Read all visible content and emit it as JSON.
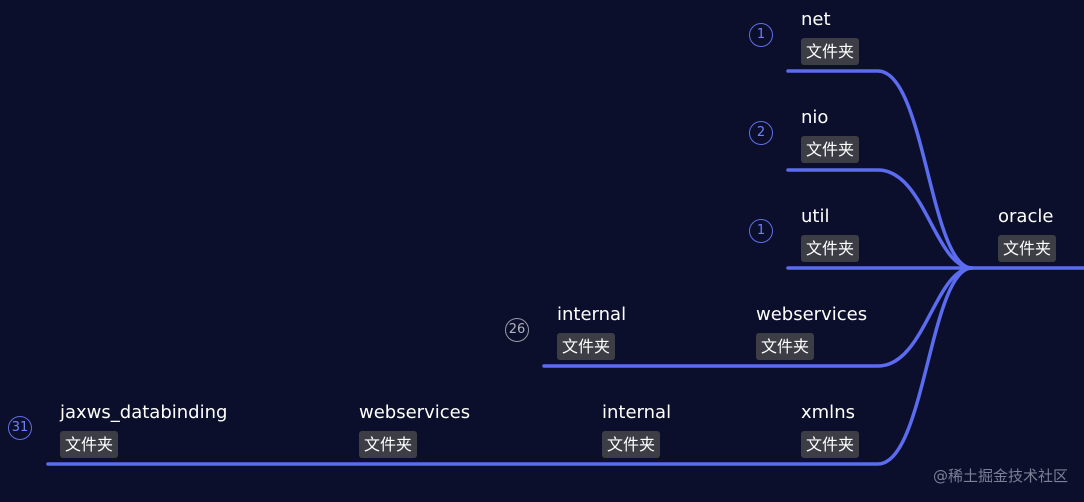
{
  "nodes": [
    {
      "key": "oracle",
      "title": "oracle",
      "tag": "文件夹"
    },
    {
      "key": "net",
      "title": "net",
      "tag": "文件夹"
    },
    {
      "key": "nio",
      "title": "nio",
      "tag": "文件夹"
    },
    {
      "key": "util",
      "title": "util",
      "tag": "文件夹"
    },
    {
      "key": "webservices",
      "title": "webservices",
      "tag": "文件夹"
    },
    {
      "key": "internal",
      "title": "internal",
      "tag": "文件夹"
    },
    {
      "key": "xmlns",
      "title": "xmlns",
      "tag": "文件夹"
    },
    {
      "key": "internal_2",
      "title": "internal",
      "tag": "文件夹"
    },
    {
      "key": "webservices_2",
      "title": "webservices",
      "tag": "文件夹"
    },
    {
      "key": "jaxws_databinding",
      "title": "jaxws_databinding",
      "tag": "文件夹"
    }
  ],
  "collapsed_counts": [
    {
      "node": "net",
      "value": "1"
    },
    {
      "node": "nio",
      "value": "2"
    },
    {
      "node": "util",
      "value": "1"
    },
    {
      "node": "internal",
      "value": "26"
    },
    {
      "node": "jaxws_databinding",
      "value": "31"
    }
  ],
  "colors": {
    "background": "#0c0f2b",
    "link": "#5b6cf0",
    "tag_background": "#3d3d46"
  },
  "watermark": "@稀土掘金技术社区"
}
